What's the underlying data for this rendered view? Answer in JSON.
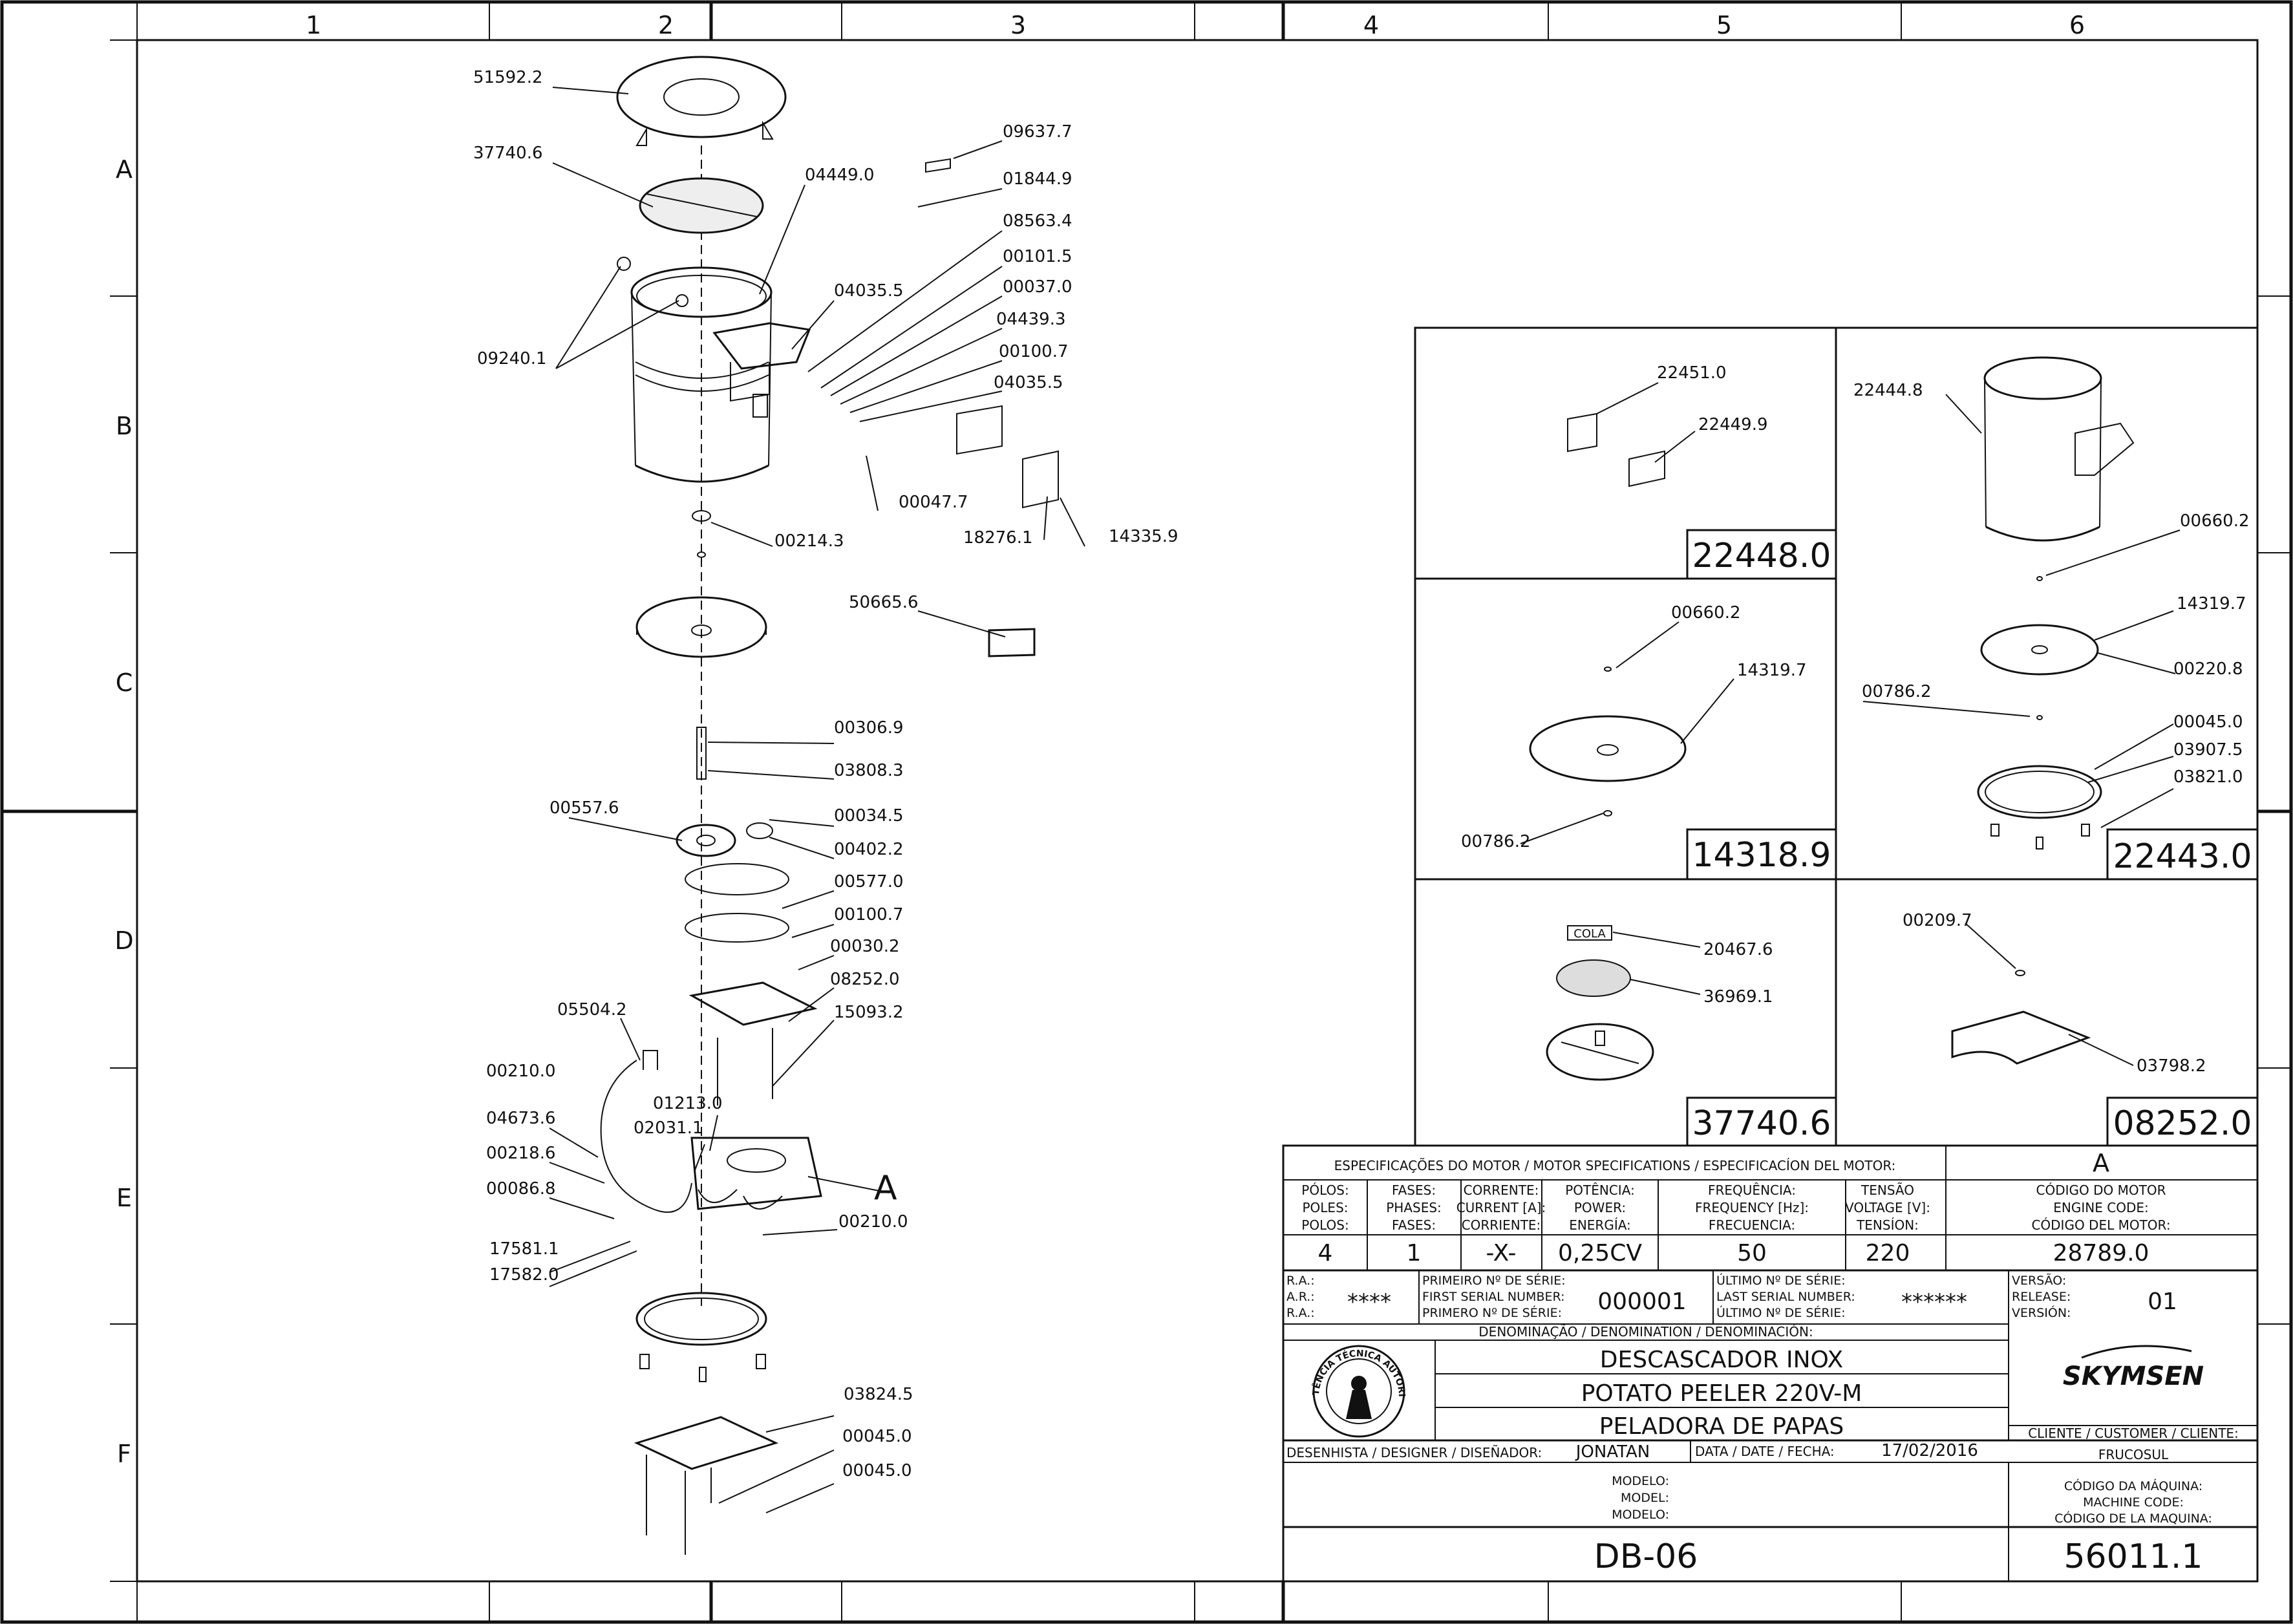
{
  "grid": {
    "columns": [
      "1",
      "2",
      "3",
      "4",
      "5",
      "6"
    ],
    "rows": [
      "A",
      "B",
      "C",
      "D",
      "E",
      "F"
    ]
  },
  "callouts": [
    "51592.2",
    "37740.6",
    "09637.7",
    "04449.0",
    "01844.9",
    "08563.4",
    "00101.5",
    "00037.0",
    "04035.5",
    "04439.3",
    "00100.7",
    "04035.5",
    "09240.1",
    "00047.7",
    "18276.1",
    "14335.9",
    "00214.3",
    "50665.6",
    "00306.9",
    "03808.3",
    "00557.6",
    "00034.5",
    "00402.2",
    "00577.0",
    "00100.7",
    "00030.2",
    "08252.0",
    "15093.2",
    "05504.2",
    "00210.0",
    "01213.0",
    "02031.1",
    "04673.6",
    "00218.6",
    "00086.8",
    "17581.1",
    "17582.0",
    "00210.0",
    "03824.5",
    "00045.0",
    "00045.0"
  ],
  "detail_letter": "A",
  "details": [
    {
      "code": "22448.0",
      "parts": [
        "22451.0",
        "22449.9"
      ]
    },
    {
      "code": "22443.0",
      "parts": [
        "22444.8",
        "00660.2",
        "14319.7",
        "00220.8",
        "00786.2",
        "00045.0",
        "03907.5",
        "03821.0"
      ]
    },
    {
      "code": "14318.9",
      "parts": [
        "00660.2",
        "14319.7",
        "00786.2"
      ]
    },
    {
      "code": "37740.6",
      "parts": [
        "20467.6",
        "36969.1"
      ],
      "note": "COLA"
    },
    {
      "code": "08252.0",
      "parts": [
        "00209.7",
        "03798.2"
      ]
    }
  ],
  "motor": {
    "header": "ESPECIFICAÇÕES DO MOTOR / MOTOR SPECIFICATIONS / ESPECIFICACÍON DEL MOTOR:",
    "header_value": "A",
    "poles_label": [
      "PÓLOS:",
      "POLES:",
      "POLOS:"
    ],
    "phases_label": [
      "FASES:",
      "PHASES:",
      "FASES:"
    ],
    "current_label": [
      "CORRENTE:",
      "CURRENT [A]:",
      "CORRIENTE:"
    ],
    "power_label": [
      "POTÊNCIA:",
      "POWER:",
      "ENERGÍA:"
    ],
    "frequency_label": [
      "FREQUÊNCIA:",
      "FREQUENCY [Hz]:",
      "FRECUENCIA:"
    ],
    "voltage_label": [
      "TENSÃO",
      "VOLTAGE [V]:",
      "TENSÍON:"
    ],
    "engine_code_label": [
      "CÓDIGO DO MOTOR",
      "ENGINE CODE:",
      "CÓDIGO DEL MOTOR:"
    ],
    "poles": "4",
    "phases": "1",
    "current": "-X-",
    "power": "0,25CV",
    "frequency": "50",
    "voltage": "220",
    "engine_code": "28789.0"
  },
  "serial": {
    "ra_label": [
      "R.A.:",
      "A.R.:",
      "R.A.:"
    ],
    "ra_value": "****",
    "first_label": [
      "PRIMEIRO Nº DE SÉRIE:",
      "FIRST SERIAL NUMBER:",
      "PRIMERO Nº DE SÉRIE:"
    ],
    "first_value": "000001",
    "last_label": [
      "ÚLTIMO Nº DE SÉRIE:",
      "LAST SERIAL NUMBER:",
      "ÚLTIMO Nº DE SÉRIE:"
    ],
    "last_value": "******",
    "version_label": [
      "VERSÃO:",
      "RELEASE:",
      "VERSIÓN:"
    ],
    "version_value": "01"
  },
  "denomination": {
    "label": "DENOMINAÇÃO / DENOMINATION / DENOMINACIÓN:",
    "lines": [
      "DESCASCADOR INOX",
      "POTATO PEELER 220V-M",
      "PELADORA DE PAPAS"
    ]
  },
  "stamp": {
    "text": "ASSISTÊNCIA TÉCNICA AUTORIZADA"
  },
  "brand": "SKYMSEN",
  "customer": {
    "label": "CLIENTE / CUSTOMER / CLIENTE:",
    "value": "FRUCOSUL"
  },
  "designer": {
    "label": "DESENHISTA / DESIGNER / DISEÑADOR:",
    "value": "JONATAN"
  },
  "date": {
    "label": "DATA / DATE / FECHA:",
    "value": "17/02/2016"
  },
  "model_label": [
    "MODELO:",
    "MODEL:",
    "MODELO:"
  ],
  "machine_code_label": [
    "CÓDIGO DA MÁQUINA:",
    "MACHINE CODE:",
    "CÓDIGO DE LA MAQUINA:"
  ],
  "drawing_number": "DB-06",
  "machine_code": "56011.1"
}
